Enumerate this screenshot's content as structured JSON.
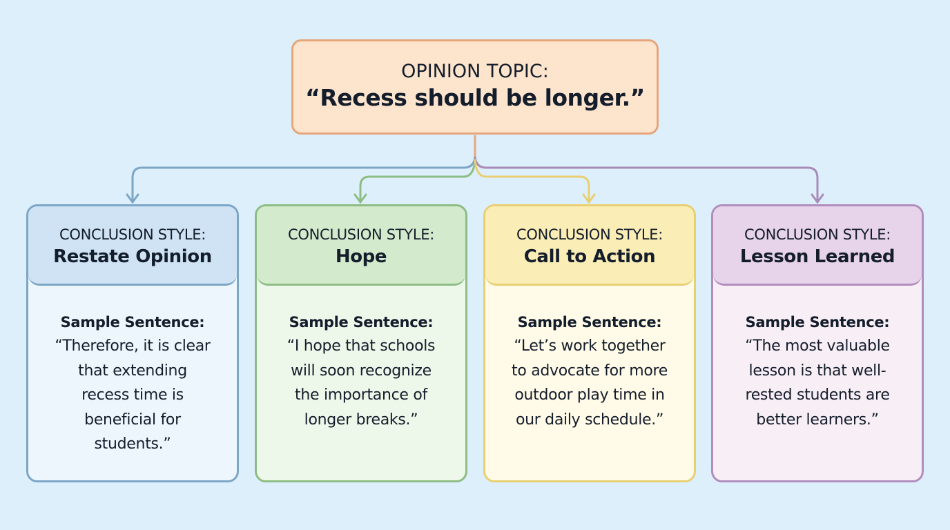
{
  "topic": {
    "label": "OPINION TOPIC:",
    "text": "“Recess should be longer.”"
  },
  "colors": {
    "background": "#deeffc",
    "topic_fill": "#fde4cd",
    "topic_border": "#e5a67c",
    "blue": "#7ca6c6",
    "green": "#8dbd84",
    "yellow": "#e8cf72",
    "purple": "#b08dbd"
  },
  "cards": [
    {
      "style_label": "CONCLUSION STYLE:",
      "style_name": "Restate Opinion",
      "sample_label": "Sample Sentence:",
      "sample_lines": [
        "“Therefore, it is clear",
        "that extending",
        "recess time is",
        "beneficial for",
        "students.”"
      ]
    },
    {
      "style_label": "CONCLUSION STYLE:",
      "style_name": "Hope",
      "sample_label": "Sample Sentence:",
      "sample_lines": [
        "“I hope that schools",
        "will soon recognize",
        "the importance of",
        "longer breaks.”"
      ]
    },
    {
      "style_label": "CONCLUSION STYLE:",
      "style_name": "Call to Action",
      "sample_label": "Sample Sentence:",
      "sample_lines": [
        "“Let’s work together",
        "to advocate for more",
        "outdoor play time in",
        "our daily schedule.”"
      ]
    },
    {
      "style_label": "CONCLUSION STYLE:",
      "style_name": "Lesson Learned",
      "sample_label": "Sample Sentence:",
      "sample_lines": [
        "“The most valuable",
        "lesson is that well-",
        "rested students are",
        "better learners.”"
      ]
    }
  ]
}
